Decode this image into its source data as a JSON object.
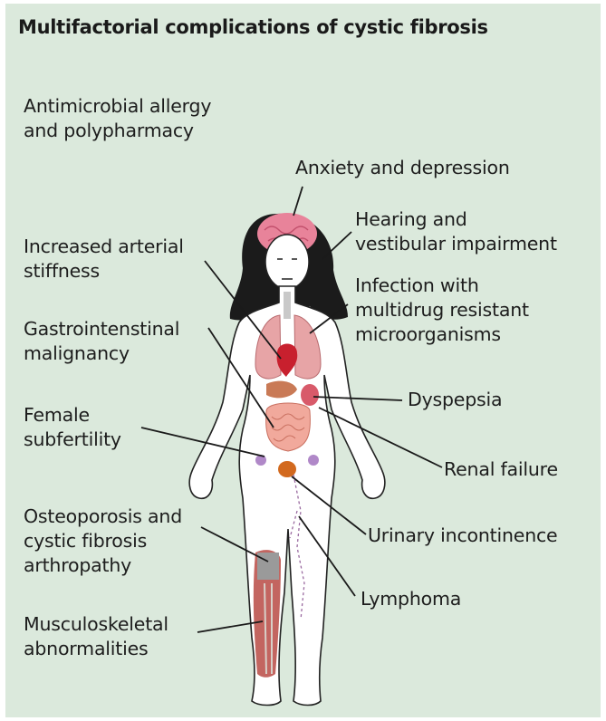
{
  "title": "Multifactorial complications of cystic fibrosis",
  "labels": {
    "antimicrobial": "Antimicrobial allergy\nand polypharmacy",
    "anxiety": "Anxiety and depression",
    "hearing": "Hearing and\nvestibular impairment",
    "arterial": "Increased arterial\nstiffness",
    "infection": "Infection with\nmultidrug resistant\nmicroorganisms",
    "gastro": "Gastrointenstinal\nmalignancy",
    "dyspepsia": "Dyspepsia",
    "female": "Female\nsubfertility",
    "renal": "Renal failure",
    "osteo": "Osteoporosis and\ncystic fibrosis\narthropathy",
    "urinary": "Urinary incontinence",
    "lymphoma": "Lymphoma",
    "musculo": "Musculoskeletal\nabnormalities"
  },
  "colors": {
    "background": "#dbe9dc",
    "brain": "#e8839a",
    "hair": "#1b1b1b",
    "lung": "#e7a4a6",
    "heart": "#c8202e",
    "bladder": "#d2691e",
    "leg_muscle": "#b84a44"
  }
}
